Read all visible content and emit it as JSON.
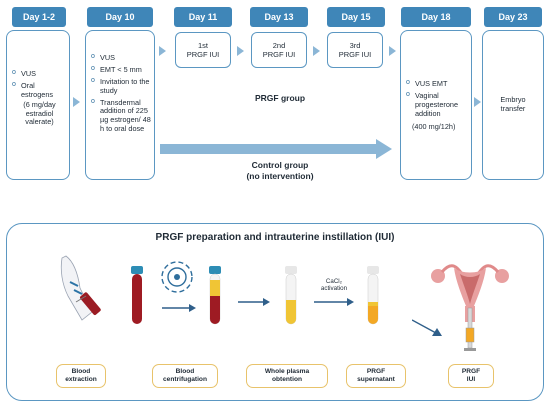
{
  "days": [
    "Day 1-2",
    "Day 10",
    "Day 11",
    "Day 13",
    "Day 15",
    "Day 18",
    "Day 23"
  ],
  "box1": {
    "items": [
      "VUS",
      "Oral estrogens"
    ],
    "dose": "(6 mg/day estradiol valerate)"
  },
  "box2": {
    "items": [
      "VUS",
      "EMT < 5 mm",
      "Invitation to the study",
      "Transdermal addition of 225 µg estrogen/ 48 h to oral dose"
    ]
  },
  "iui": [
    {
      "num": "1st",
      "label": "PRGF IUI"
    },
    {
      "num": "2nd",
      "label": "PRGF IUI"
    },
    {
      "num": "3rd",
      "label": "PRGF IUI"
    }
  ],
  "prgf_group": "PRGF group",
  "control_group_line1": "Control group",
  "control_group_line2": "(no intervention)",
  "box6": {
    "items": [
      "VUS EMT",
      "Vaginal progesterone addition"
    ],
    "dose": "(400 mg/12h)"
  },
  "box7": {
    "line1": "Embryo",
    "line2": "transfer"
  },
  "panel_title": "PRGF preparation and intrauterine instillation (IUI)",
  "cacl2_line1": "CaCl₂",
  "cacl2_line2": "activation",
  "steps": [
    {
      "l1": "Blood",
      "l2": "extraction"
    },
    {
      "l1": "Blood",
      "l2": "centrifugation"
    },
    {
      "l1": "Whole plasma",
      "l2": "obtention"
    },
    {
      "l1": "PRGF",
      "l2": "supernatant"
    },
    {
      "l1": "PRGF",
      "l2": "IUI"
    }
  ],
  "colors": {
    "day_header": "#3f86b8",
    "box_border": "#5b97c2",
    "arrow": "#8bb6d6",
    "step_border": "#e8c36b",
    "blood": "#a31b24",
    "plasma": "#f0c535"
  }
}
